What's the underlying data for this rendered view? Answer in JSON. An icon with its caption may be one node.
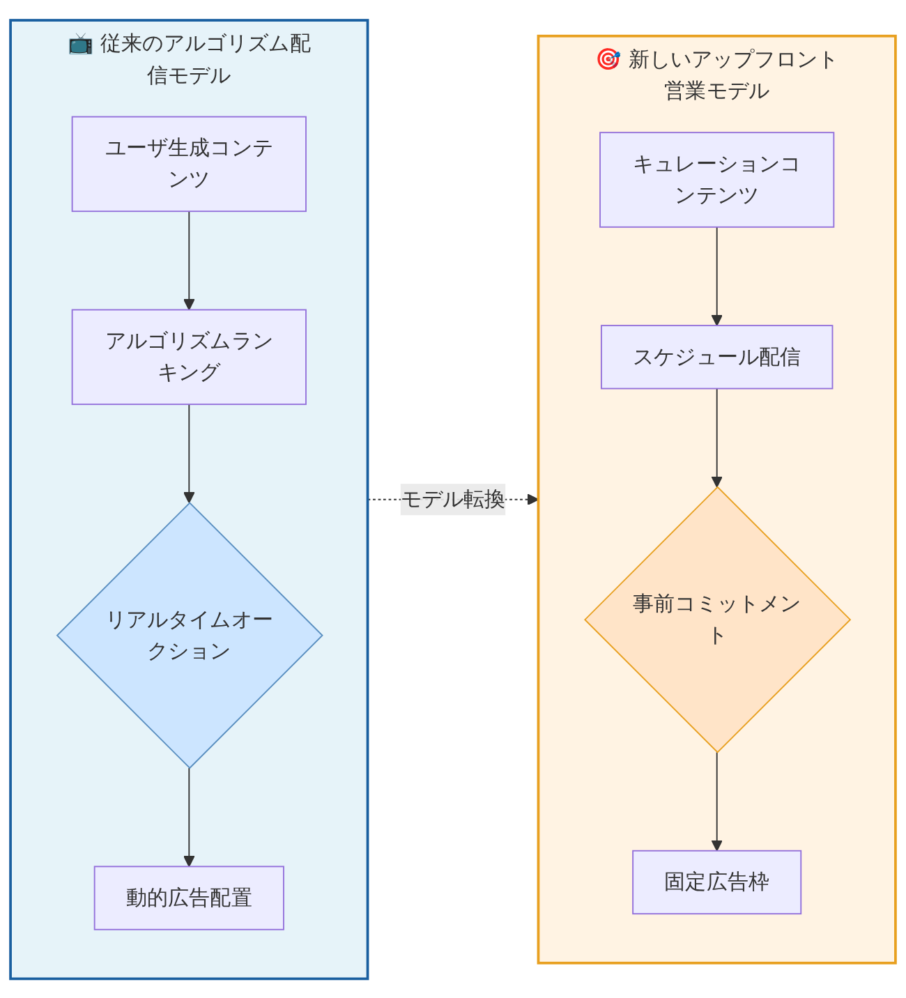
{
  "diagram": {
    "nodes": [
      {
        "text": [
          "📺 従来のアルゴリズム配信モデル"
        ]
      },
      {
        "text": [
          "ユーザ生成コンテンツ"
        ],
        "in": 0
      },
      {
        "text": [
          "アルゴリズムランキング"
        ],
        "in": 0
      },
      {
        "text": [
          "リアルタイムオークション"
        ],
        "in": 0
      },
      {
        "text": [
          "動的広告配置"
        ],
        "in": 0
      },
      {
        "text": [
          "🎯 新しいアップフロント営業モデル"
        ]
      },
      {
        "text": [
          "キュレーションコンテンツ"
        ],
        "in": 5
      },
      {
        "text": [
          "スケジュール配信"
        ],
        "in": 5
      },
      {
        "text": [
          "事前コミットメント"
        ],
        "in": 5
      },
      {
        "text": [
          "固定広告枠"
        ],
        "in": 5
      }
    ],
    "edges": [
      {
        "from": 1,
        "to": 2,
        "arrow": "to"
      },
      {
        "from": 2,
        "to": 3,
        "arrow": "to"
      },
      {
        "from": 3,
        "to": 4,
        "arrow": "to"
      },
      {
        "from": 0,
        "to": 5,
        "arrow": "to",
        "label": "モデル転換",
        "style": "dashed"
      },
      {
        "from": 6,
        "to": 7,
        "arrow": "to"
      },
      {
        "from": 7,
        "to": 8,
        "arrow": "to"
      },
      {
        "from": 8,
        "to": 9,
        "arrow": "to"
      }
    ]
  }
}
